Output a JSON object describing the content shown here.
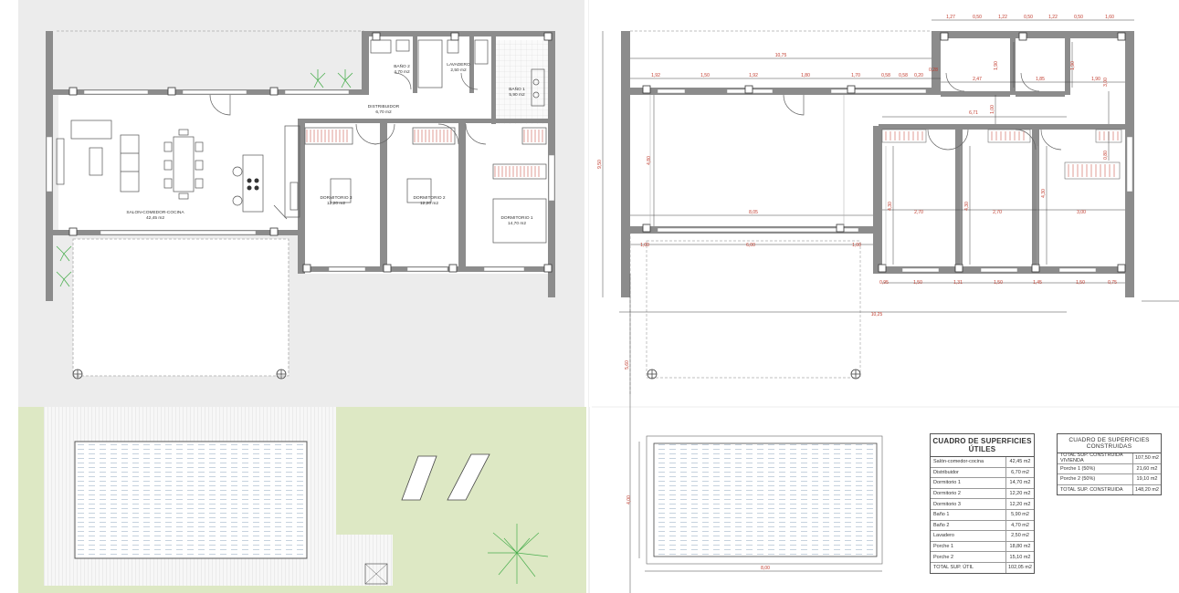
{
  "left_plan": {
    "rooms": {
      "bano2": {
        "name": "BAÑO 2",
        "area": "4,70 m2"
      },
      "lavadero": {
        "name": "LAVADERO",
        "area": "2,50 m2"
      },
      "bano1": {
        "name": "BAÑO 1",
        "area": "5,90 m2"
      },
      "distribuidor": {
        "name": "DISTRIBUIDOR",
        "area": "6,70 m2"
      },
      "salon": {
        "name": "SALON-COMEDOR-COCINA",
        "area": "42,45 m2"
      },
      "dorm3": {
        "name": "DORMITORIO 3",
        "area": "12,20 m2"
      },
      "dorm2": {
        "name": "DORMITORIO 2",
        "area": "12,20 m2"
      },
      "dorm1": {
        "name": "DORMITORIO 1",
        "area": "14,70 m2"
      }
    }
  },
  "right_plan": {
    "top_dims": [
      "1,27",
      "0,50",
      "1,22",
      "0,50",
      "1,22",
      "0,50",
      "1,60"
    ],
    "overall_width": "10,75",
    "facade_dims": [
      "1,92",
      "1,50",
      "1,92",
      "1,80",
      "1,70",
      "0,58",
      "0,58",
      "0,20",
      "0,28"
    ],
    "upper_dims": [
      "2,47",
      "1,85",
      "1,90",
      "1,90",
      "1,90",
      "3,00",
      "0,80"
    ],
    "corridor_dims": [
      "6,71",
      "1,00"
    ],
    "salon_width": "8,05",
    "height_total": "9,50",
    "height_living": "4,80",
    "bedroom_heights": [
      "4,30",
      "4,30",
      "4,30"
    ],
    "bedroom_widths": [
      "2,70",
      "2,70",
      "3,00"
    ],
    "porch_dims": [
      "1,00",
      "6,00",
      "1,00"
    ],
    "bottom_dims": [
      "0,95",
      "1,50",
      "1,31",
      "1,50",
      "1,45",
      "1,50",
      "0,75"
    ],
    "overall_length": "10,25",
    "porch_depth": "5,60",
    "pool_depth": "4,00",
    "pool_width": "8,00"
  },
  "useful_table": {
    "title": "CUADRO DE SUPERFICIES ÚTILES",
    "rows": [
      {
        "label": "Salón-comedor-cocina",
        "value": "42,45 m2"
      },
      {
        "label": "Distribuidor",
        "value": "6,70 m2"
      },
      {
        "label": "Dormitorio 1",
        "value": "14,70 m2"
      },
      {
        "label": "Dormitorio 2",
        "value": "12,20 m2"
      },
      {
        "label": "Dormitorio 3",
        "value": "12,20 m2"
      },
      {
        "label": "Baño 1",
        "value": "5,90 m2"
      },
      {
        "label": "Baño 2",
        "value": "4,70 m2"
      },
      {
        "label": "Lavadero",
        "value": "2,50 m2"
      },
      {
        "label": "Porche 1",
        "value": "18,80 m2"
      },
      {
        "label": "Porche 2",
        "value": "15,10 m2"
      },
      {
        "label": "TOTAL SUP. ÚTIL",
        "value": "102,05 m2"
      }
    ]
  },
  "built_table": {
    "title": "CUADRO DE SUPERFICIES CONSTRUIDAS",
    "rows": [
      {
        "label": "TOTAL SUP. CONSTRUIDA VIVIENDA",
        "value": "107,50 m2"
      },
      {
        "label": "Porche 1 (50%)",
        "value": "21,60 m2"
      },
      {
        "label": "Porche 2 (50%)",
        "value": "19,10 m2"
      },
      {
        "label": "TOTAL SUP. CONSTRUIDA",
        "value": "148,20 m2"
      }
    ]
  },
  "colors": {
    "panel": "#ececec",
    "grass": "#dde8c4",
    "wall": "#8c8c8c",
    "dim": "#c0392b",
    "pool": "#b8c7d6",
    "plant": "#4caf50"
  }
}
